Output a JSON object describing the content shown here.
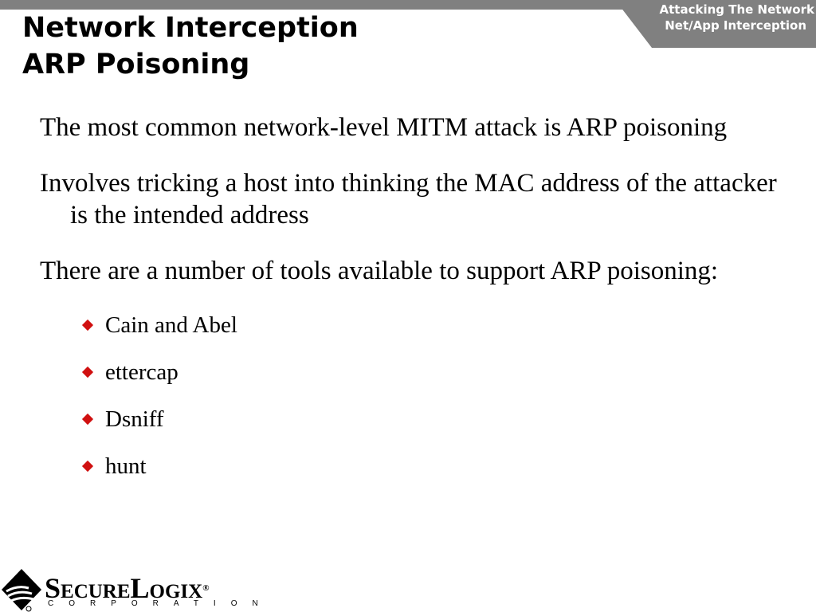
{
  "header": {
    "corner_line1": "Attacking The Network",
    "corner_line2": "Net/App Interception"
  },
  "title": {
    "line1": "Network Interception",
    "line2": "ARP Poisoning"
  },
  "content": {
    "paragraphs": [
      "The most common network-level MITM attack is ARP poisoning",
      "Involves tricking a host into thinking the MAC address of the attacker is the intended address",
      "There are a number of tools available to support ARP poisoning:"
    ],
    "tools": [
      "Cain and Abel",
      "ettercap",
      "Dsniff",
      "hunt"
    ]
  },
  "logo": {
    "wordmark": "SecureLogix",
    "registered": "®",
    "corporation": "CORPORATION"
  },
  "colors": {
    "bar": "#808080",
    "bullet": "#d01010"
  },
  "icons": {
    "bullet": "diamond-bullet-icon",
    "logo_mark": "securelogix-diamond-logo-icon"
  }
}
